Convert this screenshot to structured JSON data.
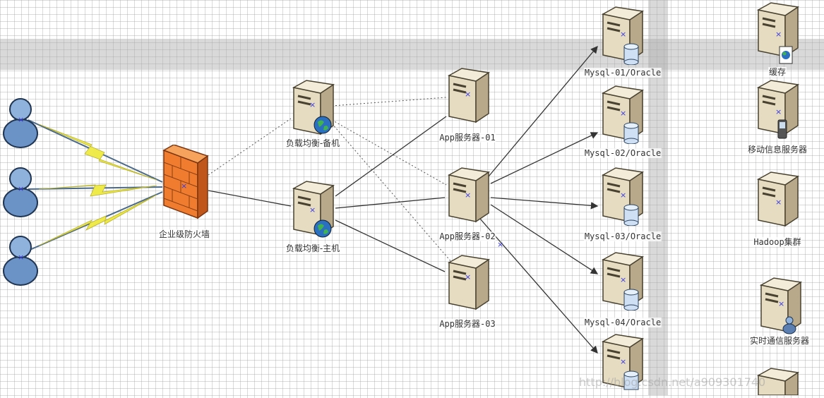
{
  "nodes": {
    "firewall": "企业级防火墙",
    "lb_backup": "负载均衡-备机",
    "lb_main": "负载均衡-主机",
    "app01": "App服务器-01",
    "app02": "App服务器-02",
    "app03": "App服务器-03",
    "mysql01": "Mysql-01/Oracle",
    "mysql02": "Mysql-02/Oracle",
    "mysql03": "Mysql-03/Oracle",
    "mysql04": "Mysql-04/Oracle",
    "cache": "缓存",
    "mobile": "移动信息服务器",
    "hadoop": "Hadoop集群",
    "realtime": "实时通信服务器"
  },
  "watermark": "http://blog.csdn.net/a909301740"
}
